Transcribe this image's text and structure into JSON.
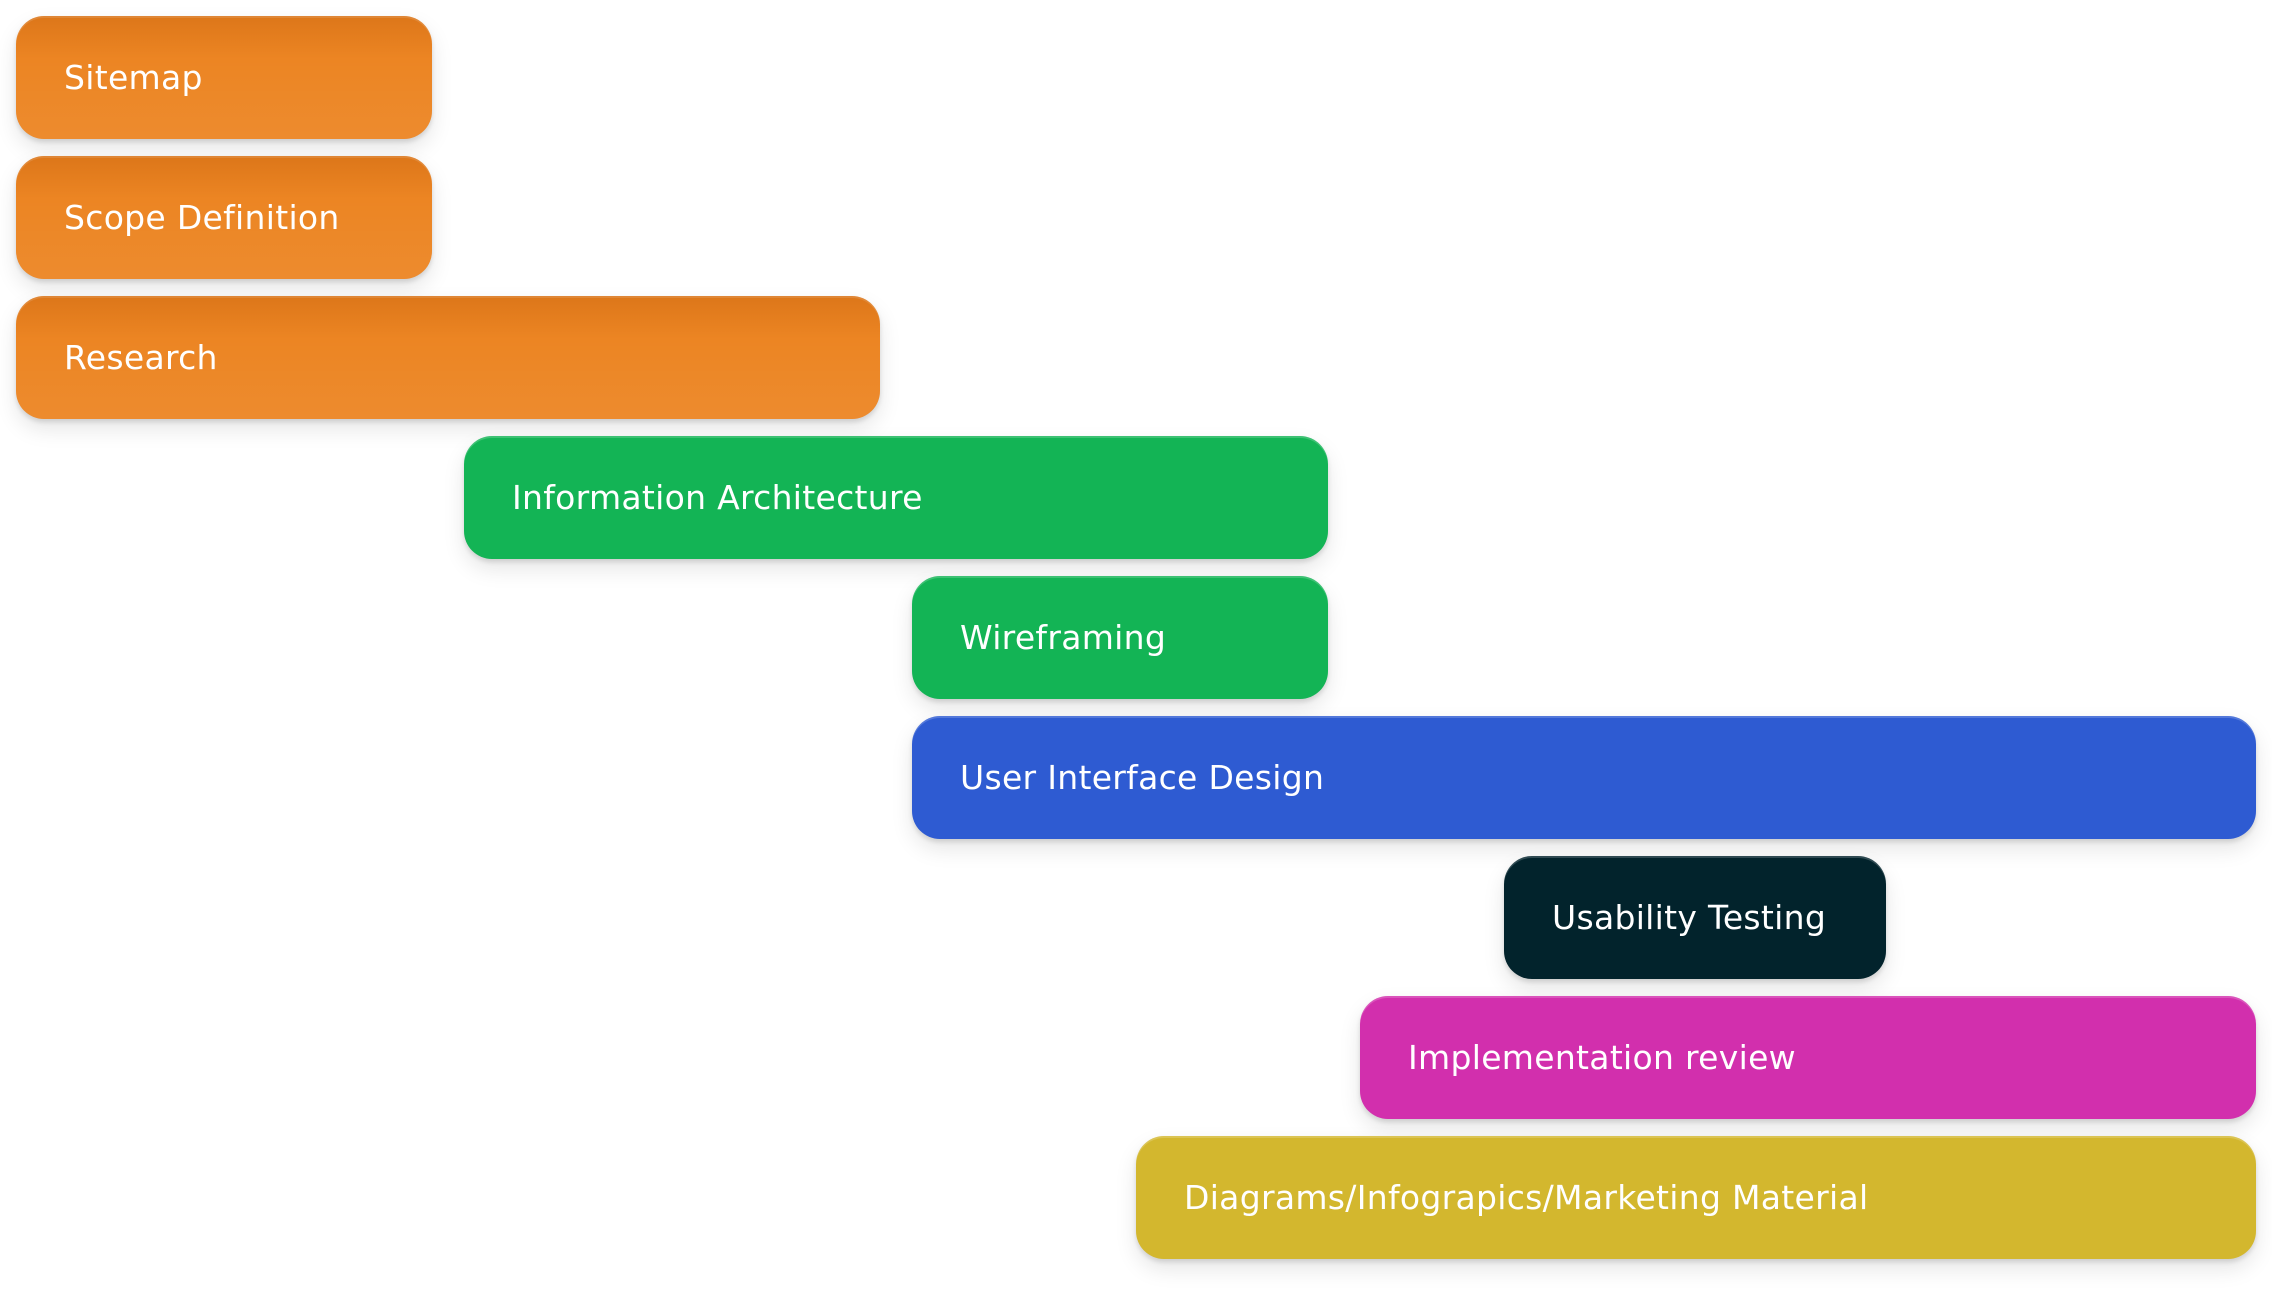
{
  "tasks": [
    {
      "label": "Sitemap",
      "color": "#ec8523",
      "row": 0,
      "start": 0,
      "end": 1
    },
    {
      "label": "Scope Definition",
      "color": "#ec8523",
      "row": 1,
      "start": 0,
      "end": 1
    },
    {
      "label": "Research",
      "color": "#ec8523",
      "row": 2,
      "start": 0,
      "end": 2
    },
    {
      "label": "Information Architecture",
      "color": "#13b455",
      "row": 3,
      "start": 1,
      "end": 3
    },
    {
      "label": "Wireframing",
      "color": "#13b455",
      "row": 4,
      "start": 2,
      "end": 3
    },
    {
      "label": "User Interface Design",
      "color": "#2e5bd2",
      "row": 5,
      "start": 2,
      "end": 5
    },
    {
      "label": "Usability Testing",
      "color": "#02232c",
      "row": 6,
      "start": 3.33,
      "end": 4.19
    },
    {
      "label": "Implementation review",
      "color": "#d22fad",
      "row": 7,
      "start": 3,
      "end": 5
    },
    {
      "label": "Diagrams/Infograpics/Marketing Material",
      "color": "#d3b72e",
      "row": 8,
      "start": 2.5,
      "end": 5
    }
  ]
}
